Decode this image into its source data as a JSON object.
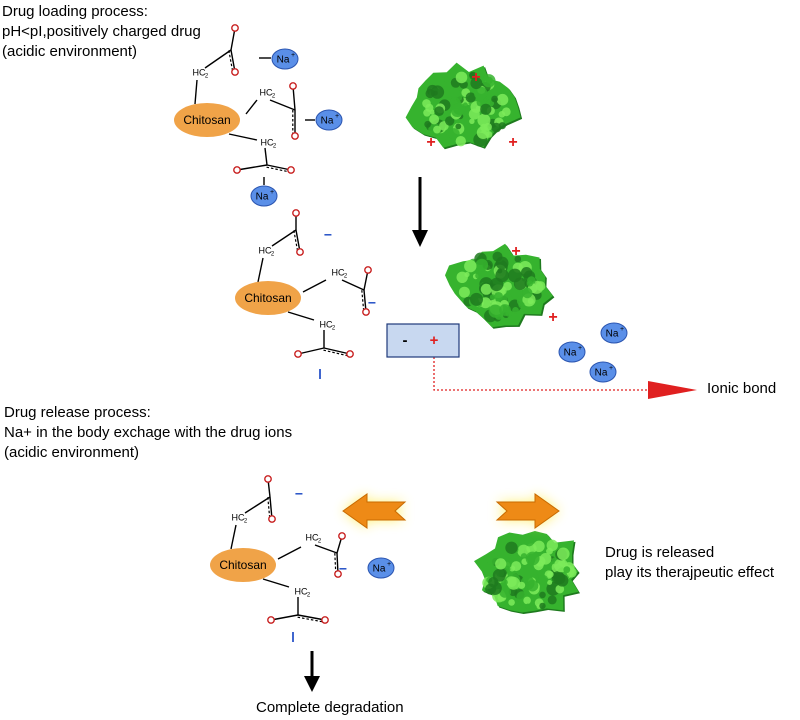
{
  "loading": {
    "title": "Drug loading process:",
    "line2": "pH<pI,positively charged drug",
    "line3": "(acidic environment)"
  },
  "release": {
    "title": "Drug release process:",
    "line2": "Na+ in the body exchage with the drug ions",
    "line3": "(acidic environment)"
  },
  "chitosan_label": "Chitosan",
  "ch2_H": "H",
  "ch2_C": "C",
  "ch2_sub": "2",
  "sodium": {
    "symbol": "Na",
    "charge": "+"
  },
  "oxygen": "O",
  "minus": "−",
  "plus": "+",
  "bond_box": {
    "minus": "-",
    "plus": "+"
  },
  "ionic_bond_label": "Ionic bond",
  "drug_released": {
    "line1": "Drug is released",
    "line2": "play its therajpeutic effect"
  },
  "complete_degradation": "Complete degradation",
  "colors": {
    "chitosan": "#F0A348",
    "sodium_fill": "#5A8FE8",
    "sodium_stroke": "#2B55B0",
    "protein_dark": "#1E7A1E",
    "protein": "#36B32E",
    "protein_light": "#7CEB5A",
    "plus_red": "#E02020",
    "minus_blue": "#2A55C8",
    "box_fill": "#C8D8F0",
    "box_stroke": "#1F3A7A",
    "ionic_arrow": "#E02020",
    "big_arrow": "#EE8A16",
    "glow": "#FFF06A"
  }
}
